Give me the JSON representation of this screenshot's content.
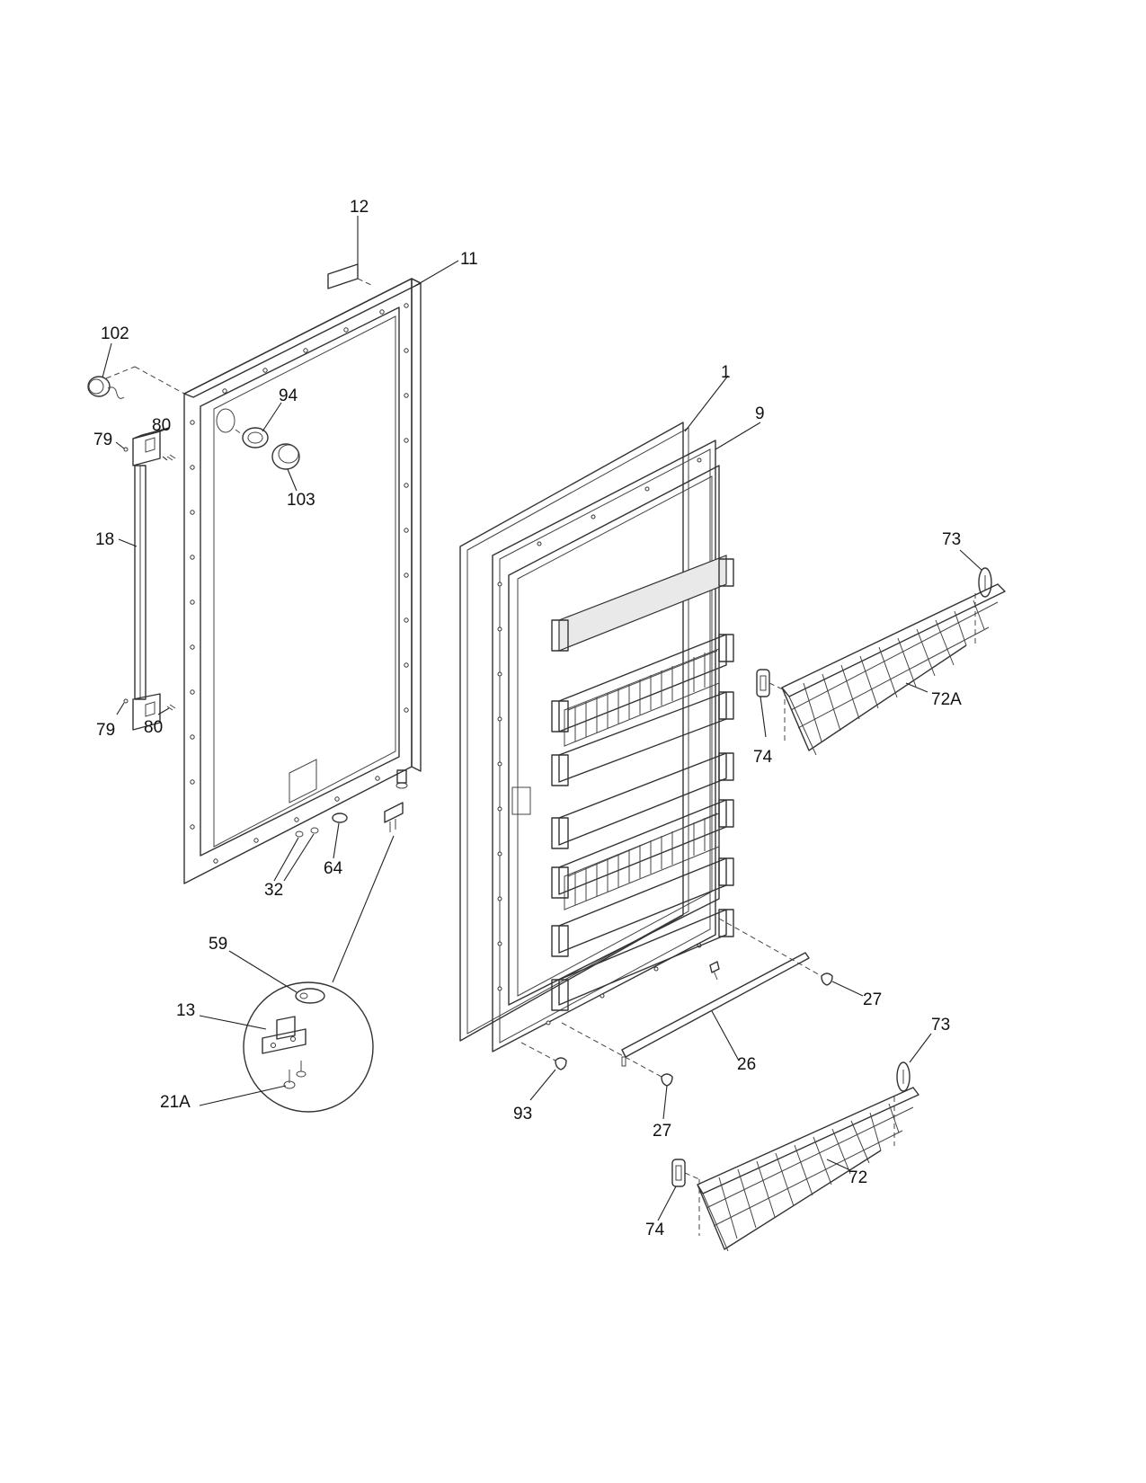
{
  "callouts": {
    "c1": "1",
    "c9": "9",
    "c11": "11",
    "c12": "12",
    "c13": "13",
    "c18": "18",
    "c21A": "21A",
    "c26": "26",
    "c27a": "27",
    "c27b": "27",
    "c32": "32",
    "c59": "59",
    "c64": "64",
    "c72": "72",
    "c72A": "72A",
    "c73a": "73",
    "c73b": "73",
    "c74a": "74",
    "c74b": "74",
    "c79a": "79",
    "c79b": "79",
    "c80a": "80",
    "c80b": "80",
    "c93": "93",
    "c94": "94",
    "c102": "102",
    "c103": "103"
  }
}
